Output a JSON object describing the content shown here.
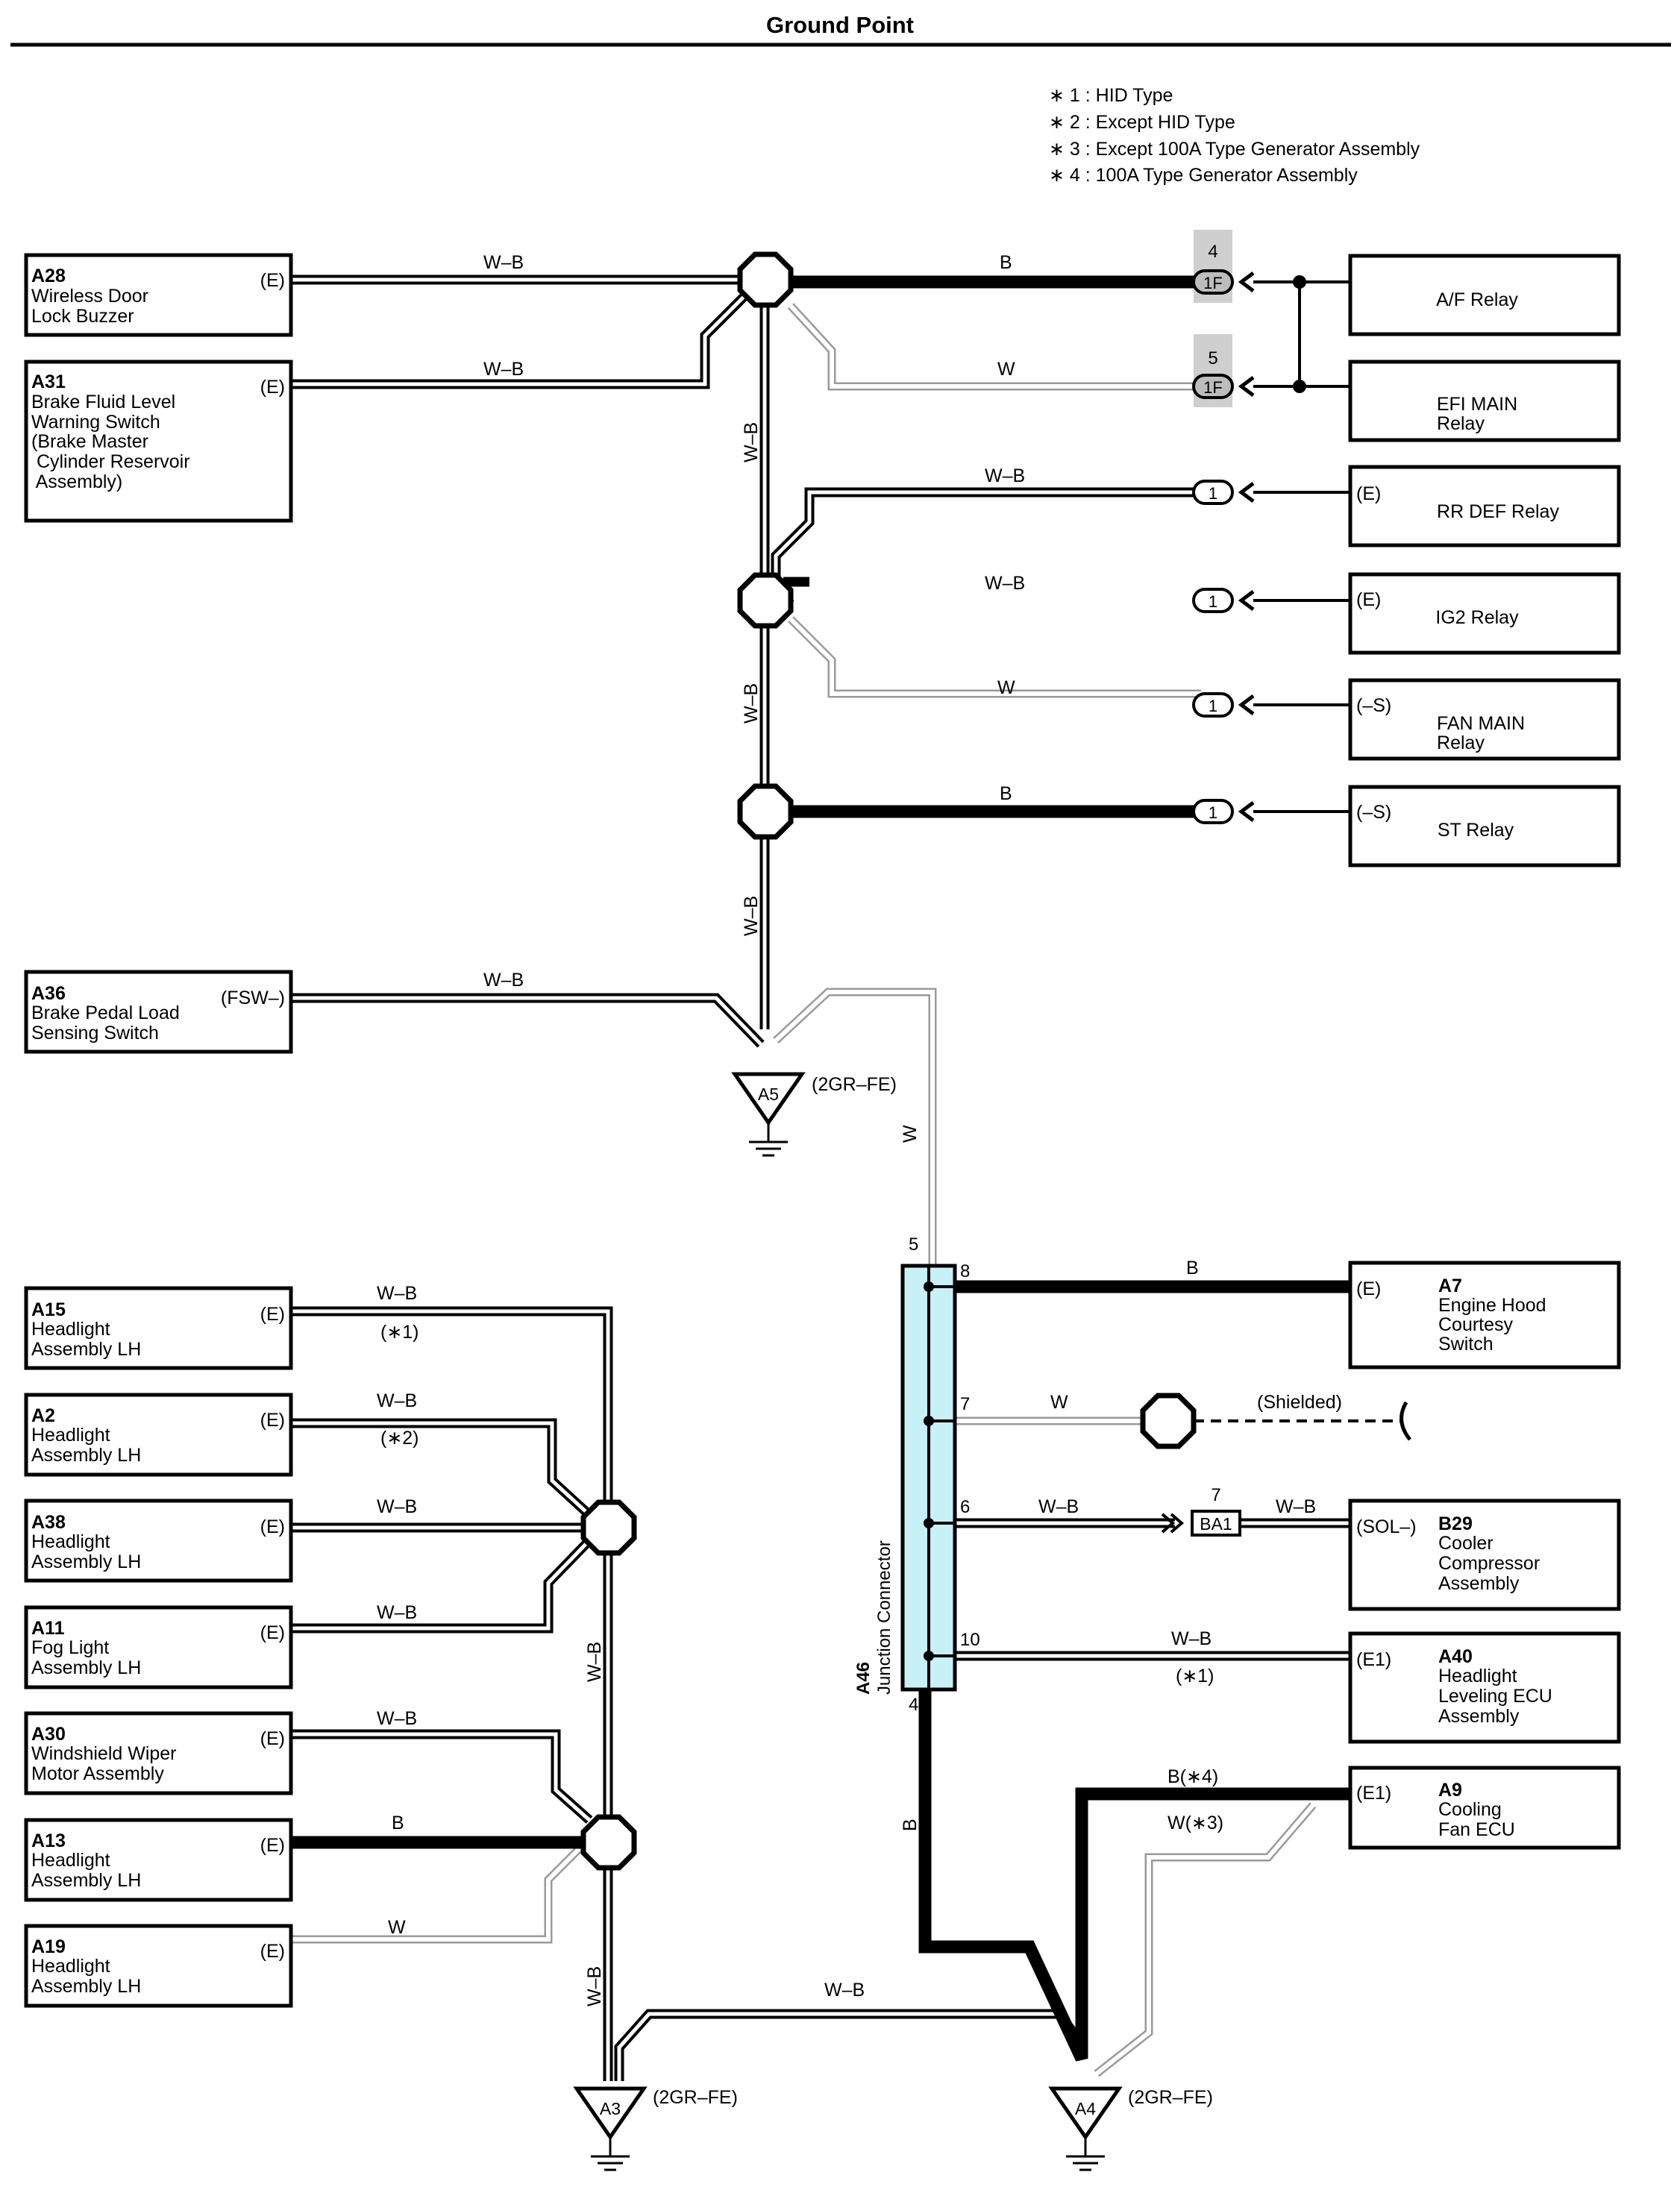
{
  "page_title": "Ground Point",
  "notes": [
    "∗ 1 : HID Type",
    "∗ 2 : Except HID Type",
    "∗ 3 : Except 100A Type Generator Assembly",
    "∗ 4 : 100A Type Generator Assembly"
  ],
  "components": [
    {
      "id": "A28",
      "name_lines": [
        "Wireless Door",
        "Lock Buzzer"
      ],
      "terminal": "(E)"
    },
    {
      "id": "A31",
      "name_lines": [
        "Brake Fluid Level",
        "Warning Switch",
        "(Brake Master",
        " Cylinder Reservoir",
        " Assembly)"
      ],
      "terminal": "(E)"
    },
    {
      "id": "A36",
      "name_lines": [
        "Brake Pedal Load",
        "Sensing Switch"
      ],
      "terminal": "(FSW–)"
    },
    {
      "id": "A15",
      "name_lines": [
        "Headlight",
        "Assembly LH"
      ],
      "terminal": "(E)"
    },
    {
      "id": "A2",
      "name_lines": [
        "Headlight",
        "Assembly LH"
      ],
      "terminal": "(E)"
    },
    {
      "id": "A38",
      "name_lines": [
        "Headlight",
        "Assembly LH"
      ],
      "terminal": "(E)"
    },
    {
      "id": "A11",
      "name_lines": [
        "Fog Light",
        "Assembly LH"
      ],
      "terminal": "(E)"
    },
    {
      "id": "A30",
      "name_lines": [
        "Windshield Wiper",
        "Motor Assembly"
      ],
      "terminal": "(E)"
    },
    {
      "id": "A13",
      "name_lines": [
        "Headlight",
        "Assembly LH"
      ],
      "terminal": "(E)"
    },
    {
      "id": "A19",
      "name_lines": [
        "Headlight",
        "Assembly LH"
      ],
      "terminal": "(E)"
    },
    {
      "id": "A7",
      "name_lines": [
        "Engine Hood",
        "Courtesy",
        "Switch"
      ],
      "terminal": "(E)"
    },
    {
      "id": "B29",
      "name_lines": [
        "Cooler",
        "Compressor",
        "Assembly"
      ],
      "terminal": "(SOL–)"
    },
    {
      "id": "A40",
      "name_lines": [
        "Headlight",
        "Leveling ECU",
        "Assembly"
      ],
      "terminal": "(E1)"
    },
    {
      "id": "A9",
      "name_lines": [
        "Cooling",
        "Fan ECU"
      ],
      "terminal": "(E1)"
    }
  ],
  "relays": [
    {
      "name_lines": [
        "A/F Relay"
      ],
      "terminal": "",
      "connector": "1F",
      "pin": "4"
    },
    {
      "name_lines": [
        "EFI MAIN",
        "Relay"
      ],
      "terminal": "",
      "connector": "1F",
      "pin": "5"
    },
    {
      "name_lines": [
        "RR DEF Relay"
      ],
      "terminal": "(E)",
      "connector": "1",
      "pin": ""
    },
    {
      "name_lines": [
        "IG2 Relay"
      ],
      "terminal": "(E)",
      "connector": "1",
      "pin": ""
    },
    {
      "name_lines": [
        "FAN MAIN",
        "Relay"
      ],
      "terminal": "(–S)",
      "connector": "1",
      "pin": ""
    },
    {
      "name_lines": [
        "ST Relay"
      ],
      "terminal": "(–S)",
      "connector": "1",
      "pin": ""
    }
  ],
  "wire_labels": {
    "a28": "W–B",
    "a31": "W–B",
    "af": "B",
    "efi": "W",
    "rrdef": "W–B",
    "ig2": "W–B",
    "fanmain": "W",
    "st": "B",
    "trunk1": "W–B",
    "trunk2": "W–B",
    "trunk3": "W–B",
    "a36": "W–B",
    "a5_to_jc": "W",
    "a15": "W–B",
    "a2": "W–B",
    "a38": "W–B",
    "a11": "W–B",
    "a30": "W–B",
    "a13": "B",
    "a19": "W",
    "left_trunk1": "W–B",
    "left_trunk2": "W–B",
    "a3_to_a4": "W–B",
    "a7": "B",
    "shield": "W",
    "b29_in": "W–B",
    "b29_out": "W–B",
    "a40": "W–B",
    "a9_b": "B(∗4)",
    "a9_w": "W(∗3)",
    "jc_down": "B"
  },
  "variant_marks": {
    "a15": "(∗1)",
    "a2": "(∗2)",
    "a40": "(∗1)"
  },
  "grounds": [
    {
      "id": "A5",
      "note": "(2GR–FE)"
    },
    {
      "id": "A3",
      "note": "(2GR–FE)"
    },
    {
      "id": "A4",
      "note": "(2GR–FE)"
    }
  ],
  "junction": {
    "id": "A46",
    "name": "Junction Connector",
    "pins": [
      "5",
      "8",
      "7",
      "6",
      "10",
      "4"
    ]
  },
  "shielded_label": "(Shielded)",
  "inline_connector": {
    "id": "BA1",
    "pin": "7"
  },
  "colors": {
    "junction_fill": "#c8f1f7",
    "connector_highlight": "#cfcfcf",
    "ink": "#000000"
  }
}
